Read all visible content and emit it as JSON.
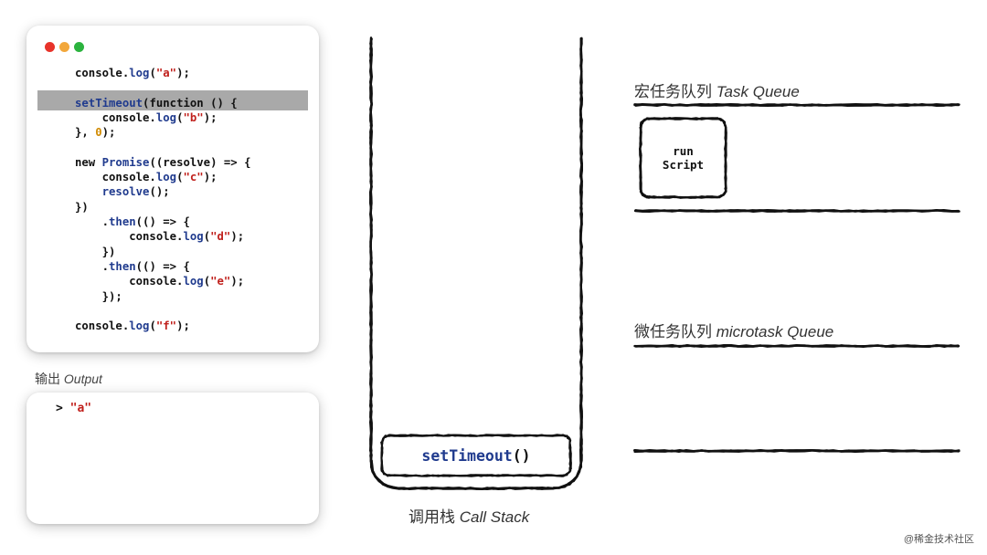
{
  "window_controls": {
    "red": "#e8332a",
    "yellow": "#f2a73b",
    "green": "#2bb33e"
  },
  "code": {
    "lines": [
      [
        {
          "t": "console."
        },
        {
          "t": "log",
          "c": "kw"
        },
        {
          "t": "("
        },
        {
          "t": "\"a\"",
          "c": "str"
        },
        {
          "t": ");"
        }
      ],
      [],
      [
        {
          "t": "setTimeout",
          "c": "kw"
        },
        {
          "t": "(function () {"
        }
      ],
      [
        {
          "t": "    console."
        },
        {
          "t": "log",
          "c": "kw"
        },
        {
          "t": "("
        },
        {
          "t": "\"b\"",
          "c": "str"
        },
        {
          "t": ");"
        }
      ],
      [
        {
          "t": "}, "
        },
        {
          "t": "0",
          "c": "num"
        },
        {
          "t": ");"
        }
      ],
      [],
      [
        {
          "t": "new "
        },
        {
          "t": "Promise",
          "c": "kw"
        },
        {
          "t": "((resolve) => {"
        }
      ],
      [
        {
          "t": "    console."
        },
        {
          "t": "log",
          "c": "kw"
        },
        {
          "t": "("
        },
        {
          "t": "\"c\"",
          "c": "str"
        },
        {
          "t": ");"
        }
      ],
      [
        {
          "t": "    "
        },
        {
          "t": "resolve",
          "c": "kw"
        },
        {
          "t": "();"
        }
      ],
      [
        {
          "t": "})"
        }
      ],
      [
        {
          "t": "    ."
        },
        {
          "t": "then",
          "c": "kw"
        },
        {
          "t": "(() => {"
        }
      ],
      [
        {
          "t": "        console."
        },
        {
          "t": "log",
          "c": "kw"
        },
        {
          "t": "("
        },
        {
          "t": "\"d\"",
          "c": "str"
        },
        {
          "t": ");"
        }
      ],
      [
        {
          "t": "    })"
        }
      ],
      [
        {
          "t": "    ."
        },
        {
          "t": "then",
          "c": "kw"
        },
        {
          "t": "(() => {"
        }
      ],
      [
        {
          "t": "        console."
        },
        {
          "t": "log",
          "c": "kw"
        },
        {
          "t": "("
        },
        {
          "t": "\"e\"",
          "c": "str"
        },
        {
          "t": ");"
        }
      ],
      [
        {
          "t": "    });"
        }
      ],
      [],
      [
        {
          "t": "console."
        },
        {
          "t": "log",
          "c": "kw"
        },
        {
          "t": "("
        },
        {
          "t": "\"f\"",
          "c": "str"
        },
        {
          "t": ");"
        }
      ]
    ],
    "highlighted_line": 2
  },
  "output": {
    "label_cn": "输出",
    "label_en": "Output",
    "prompt": ">",
    "lines": [
      "\"a\""
    ]
  },
  "call_stack": {
    "label_cn": "调用栈",
    "label_en": "Call Stack",
    "items": [
      {
        "name": "setTimeout",
        "suffix": "()"
      }
    ]
  },
  "task_queue": {
    "label_cn": "宏任务队列",
    "label_en": "Task Queue",
    "items": [
      {
        "line1": "run",
        "line2": "Script"
      }
    ]
  },
  "microtask_queue": {
    "label_cn": "微任务队列",
    "label_en": "microtask Queue",
    "items": []
  },
  "watermark": "@稀金技术社区"
}
